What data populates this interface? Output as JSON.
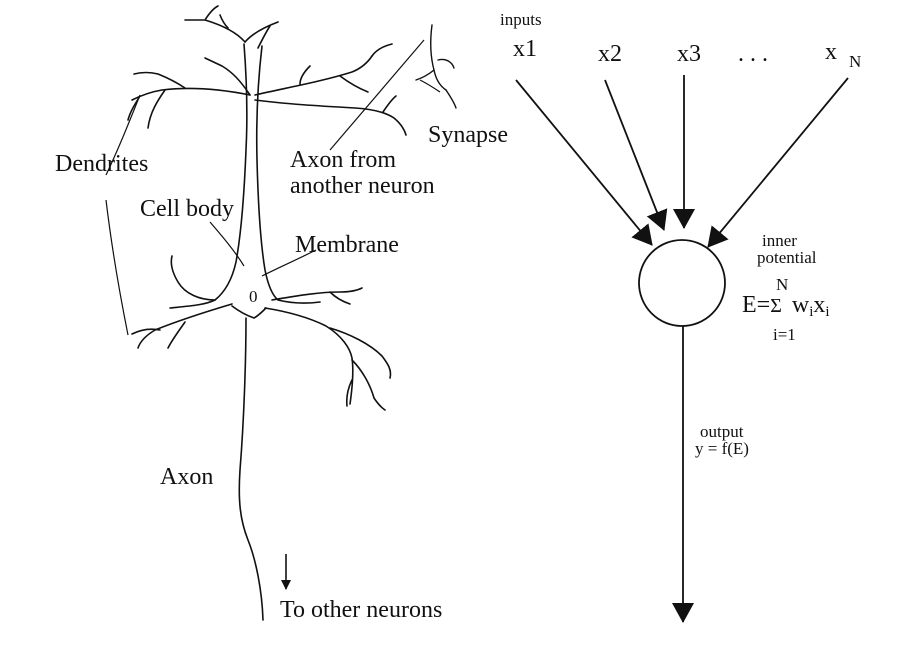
{
  "neuron": {
    "dendrites": "Dendrites",
    "cell_body": "Cell body",
    "membrane": "Membrane",
    "nucleus": "0",
    "axon_from": [
      "Axon from",
      "another neuron"
    ],
    "synapse": "Synapse",
    "axon": "Axon",
    "to_other": "To other neurons"
  },
  "model": {
    "inputs": "inputs",
    "x1": "x1",
    "x2": "x2",
    "x3": "x3",
    "dots": ". . .",
    "xN_base": "x",
    "xN_sub": "N",
    "inner": [
      "inner",
      "potential"
    ],
    "sum_upper": "N",
    "sum_lhs": "E=",
    "sum_sym": "Σ",
    "w": "w",
    "w_sub": "i",
    "x": "x",
    "x_sub": "i",
    "sum_lower": "i=1",
    "output": "output",
    "y_eq": "y = f(E)"
  },
  "colors": {
    "ink": "#111111",
    "background": "#ffffff"
  }
}
